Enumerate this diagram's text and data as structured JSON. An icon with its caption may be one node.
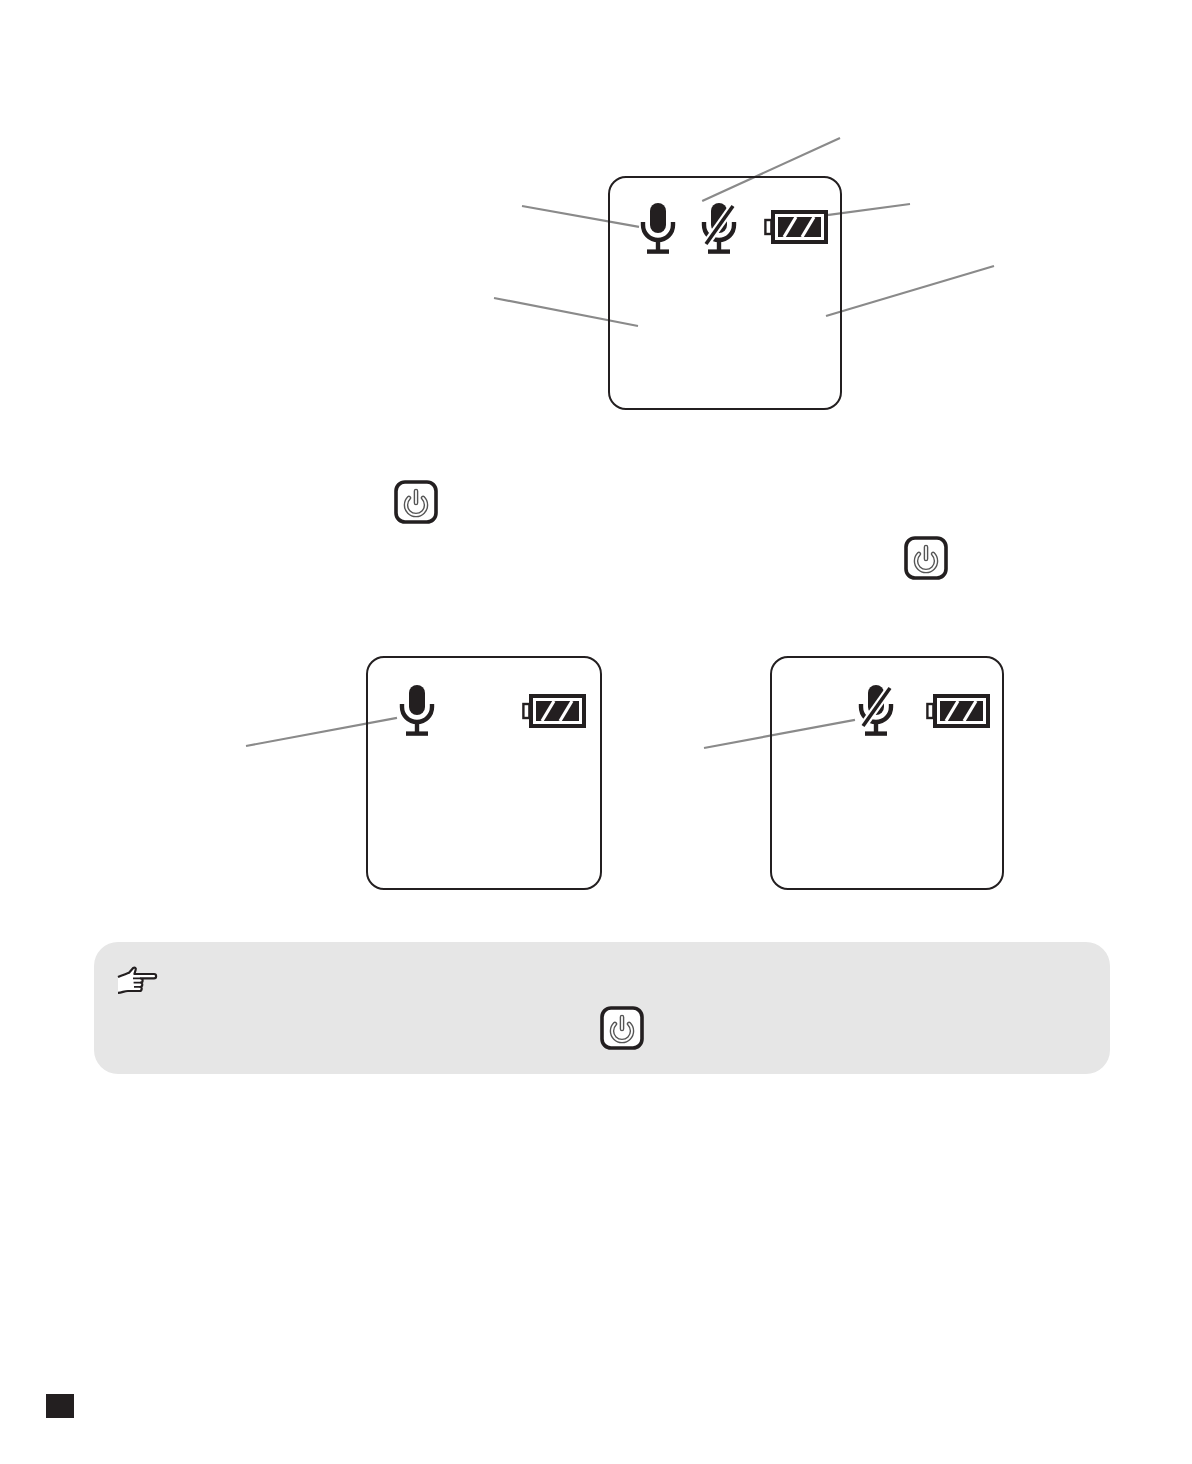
{
  "diagram": {
    "nodes": [
      {
        "text": [],
        "shape": "box"
      },
      {
        "text": [],
        "shape": "microphone",
        "in": 0
      },
      {
        "text": [],
        "shape": "muted-microphone",
        "in": 0
      },
      {
        "text": [],
        "shape": "battery",
        "in": 0
      },
      {
        "text": [],
        "shape": "box"
      },
      {
        "text": [],
        "shape": "microphone",
        "in": 4
      },
      {
        "text": [],
        "shape": "battery",
        "in": 4
      },
      {
        "text": [],
        "shape": "box"
      },
      {
        "text": [],
        "shape": "muted-microphone",
        "in": 7
      },
      {
        "text": [],
        "shape": "battery",
        "in": 7
      }
    ],
    "edges": [
      {
        "from": null,
        "to": 2,
        "arrow": "none"
      },
      {
        "from": null,
        "to": 1,
        "arrow": "none"
      },
      {
        "from": null,
        "to": 3,
        "arrow": "none"
      },
      {
        "from": null,
        "to": 0,
        "arrow": "none"
      },
      {
        "from": null,
        "to": 0,
        "arrow": "none"
      },
      {
        "from": null,
        "to": 5,
        "arrow": "none"
      },
      {
        "from": null,
        "to": 8,
        "arrow": "none"
      }
    ]
  }
}
